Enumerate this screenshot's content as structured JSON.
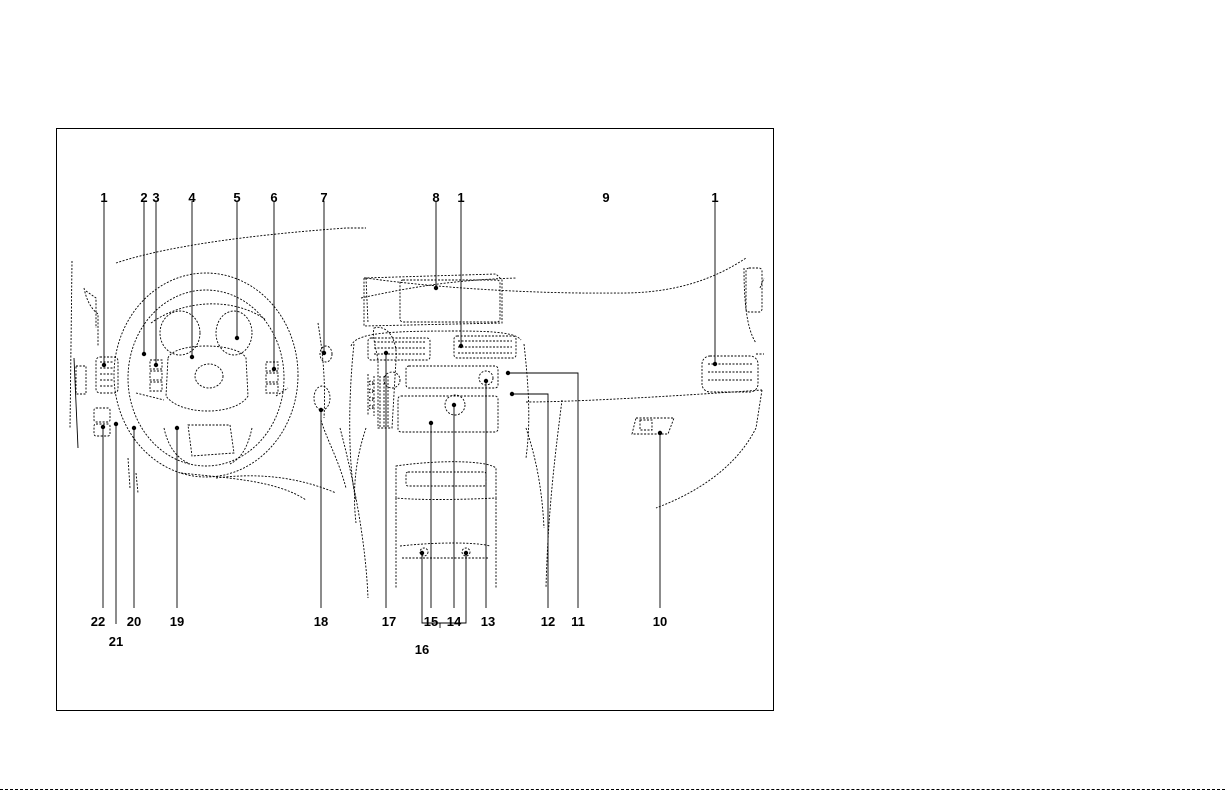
{
  "colors": {
    "ink": "#000000",
    "paper": "#ffffff"
  },
  "labels": [
    {
      "id": "l1a",
      "text": "1"
    },
    {
      "id": "l2",
      "text": "2"
    },
    {
      "id": "l3",
      "text": "3"
    },
    {
      "id": "l4",
      "text": "4"
    },
    {
      "id": "l5",
      "text": "5"
    },
    {
      "id": "l6",
      "text": "6"
    },
    {
      "id": "l7",
      "text": "7"
    },
    {
      "id": "l8",
      "text": "8"
    },
    {
      "id": "l1b",
      "text": "1"
    },
    {
      "id": "l9",
      "text": "9"
    },
    {
      "id": "l1c",
      "text": "1"
    },
    {
      "id": "l22",
      "text": "22"
    },
    {
      "id": "l21",
      "text": "21"
    },
    {
      "id": "l20",
      "text": "20"
    },
    {
      "id": "l19",
      "text": "19"
    },
    {
      "id": "l18",
      "text": "18"
    },
    {
      "id": "l17",
      "text": "17"
    },
    {
      "id": "l15",
      "text": "15"
    },
    {
      "id": "l14",
      "text": "14"
    },
    {
      "id": "l13",
      "text": "13"
    },
    {
      "id": "l12",
      "text": "12"
    },
    {
      "id": "l11",
      "text": "11"
    },
    {
      "id": "l10",
      "text": "10"
    },
    {
      "id": "l16",
      "text": "16"
    }
  ]
}
